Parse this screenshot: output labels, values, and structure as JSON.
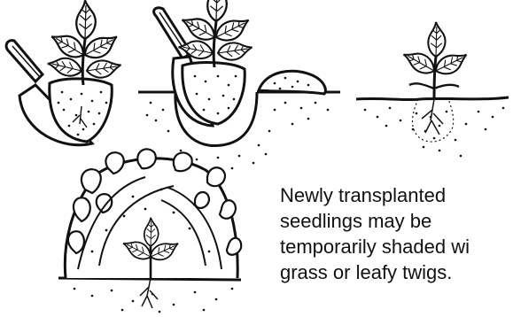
{
  "caption": {
    "lines": [
      "Newly transplanted",
      "seedlings may be",
      "temporarily shaded wi",
      "grass or leafy twigs."
    ]
  },
  "colors": {
    "ink": "#111111",
    "background": "#ffffff"
  },
  "icons": {
    "step1": "trowel-with-seedling-icon",
    "step2": "trowel-planting-seedling-icon",
    "step3": "planted-seedling-icon",
    "step4": "shaded-seedling-icon"
  }
}
